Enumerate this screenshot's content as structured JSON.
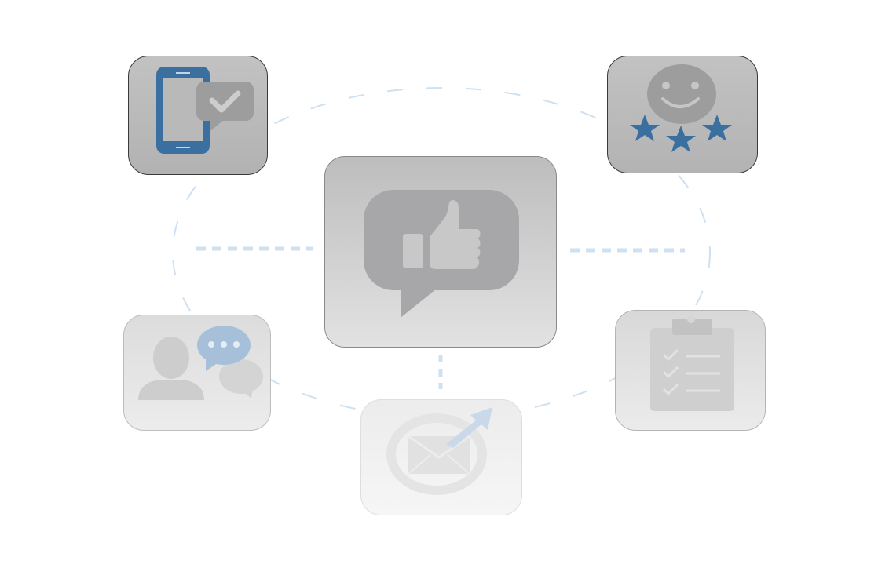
{
  "diagram": {
    "colors": {
      "accent_blue": "#3b6fa0",
      "connector_blue": "#cfe0f0",
      "icon_gray": "#9d9d9d"
    },
    "nodes": [
      {
        "id": "center",
        "icon": "thumbs-up-speech-bubble-icon"
      },
      {
        "id": "top-left",
        "icon": "smartphone-checkmark-message-icon"
      },
      {
        "id": "top-right",
        "icon": "smiley-three-stars-rating-icon"
      },
      {
        "id": "bottom-left",
        "icon": "person-chat-bubbles-icon"
      },
      {
        "id": "bottom-right",
        "icon": "clipboard-checklist-icon"
      },
      {
        "id": "bottom-center",
        "icon": "email-send-arrow-icon"
      }
    ]
  }
}
